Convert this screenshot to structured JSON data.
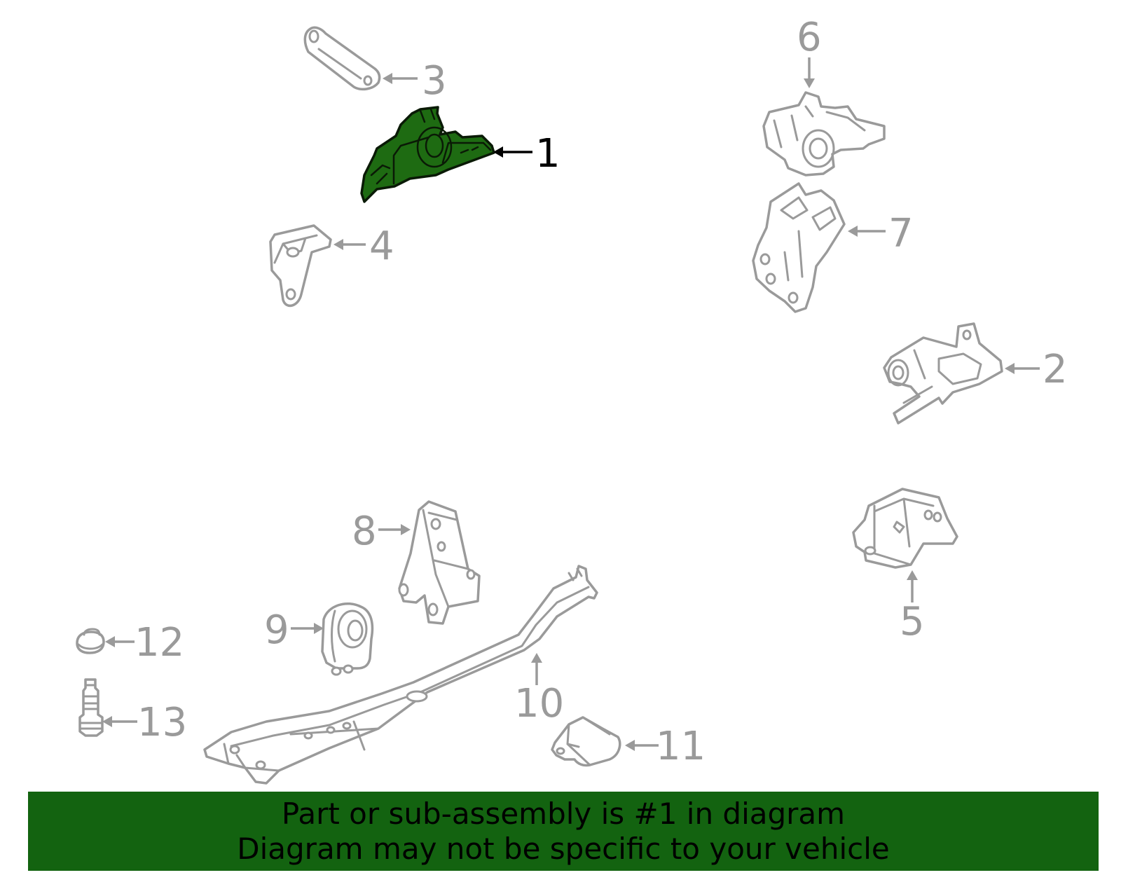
{
  "callouts": {
    "n1": "1",
    "n2": "2",
    "n3": "3",
    "n4": "4",
    "n5": "5",
    "n6": "6",
    "n7": "7",
    "n8": "8",
    "n9": "9",
    "n10": "10",
    "n11": "11",
    "n12": "12",
    "n13": "13"
  },
  "highlighted_part": "1",
  "banner": {
    "line1": "Part or sub-assembly is #1 in diagram",
    "line2": "Diagram may not be specific to your vehicle"
  },
  "colors": {
    "highlight_fill": "#1e6b12",
    "banner_background": "#136310",
    "part_outline": "#9a9a9a",
    "background": "#ffffff"
  }
}
